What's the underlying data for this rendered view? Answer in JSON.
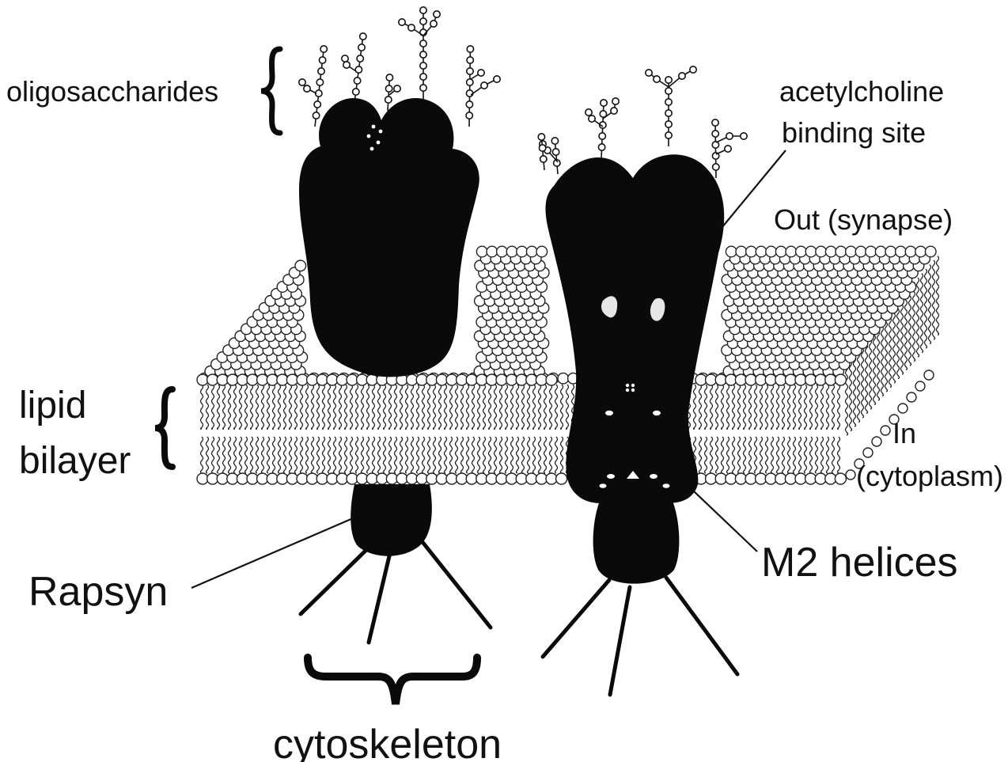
{
  "labels": {
    "oligosaccharides": "oligosaccharides",
    "acetylcholine_line1": "acetylcholine",
    "acetylcholine_line2": "binding site",
    "out": "Out (synapse)",
    "lipid_line1": "lipid",
    "lipid_line2": "bilayer",
    "in_line1": "In",
    "in_line2": "(cytoplasm)",
    "rapsyn": "Rapsyn",
    "m2": "M2 helices",
    "cytoskeleton": "cytoskeleton"
  },
  "colors": {
    "ink": "#111111",
    "background": "#ffffff",
    "lipid_head_fill": "#ffffff"
  }
}
